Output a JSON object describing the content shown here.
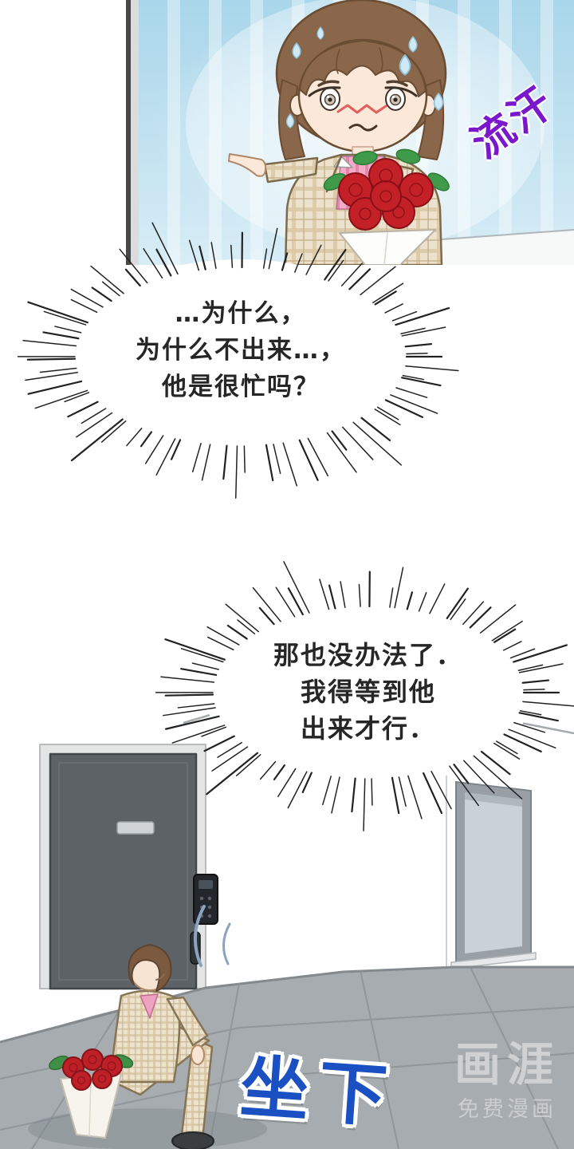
{
  "sfx": {
    "sweat": "流汗",
    "sit": "坐下"
  },
  "bubbles": [
    {
      "lines": [
        "…为什么，",
        "为什么不出来…，",
        "他是很忙吗？"
      ]
    },
    {
      "lines": [
        "那也没办法了．",
        "我得等到他",
        "出来才行．"
      ]
    }
  ],
  "watermark": {
    "logo": "画涯",
    "tagline": "免费漫画"
  },
  "colors": {
    "sweat_sfx": "#7a18cc",
    "sit_sfx": "#1b50c2",
    "rose_red": "#c32127",
    "panel_blue": "#c2e2f0",
    "floor_gray": "#a6acb0"
  }
}
